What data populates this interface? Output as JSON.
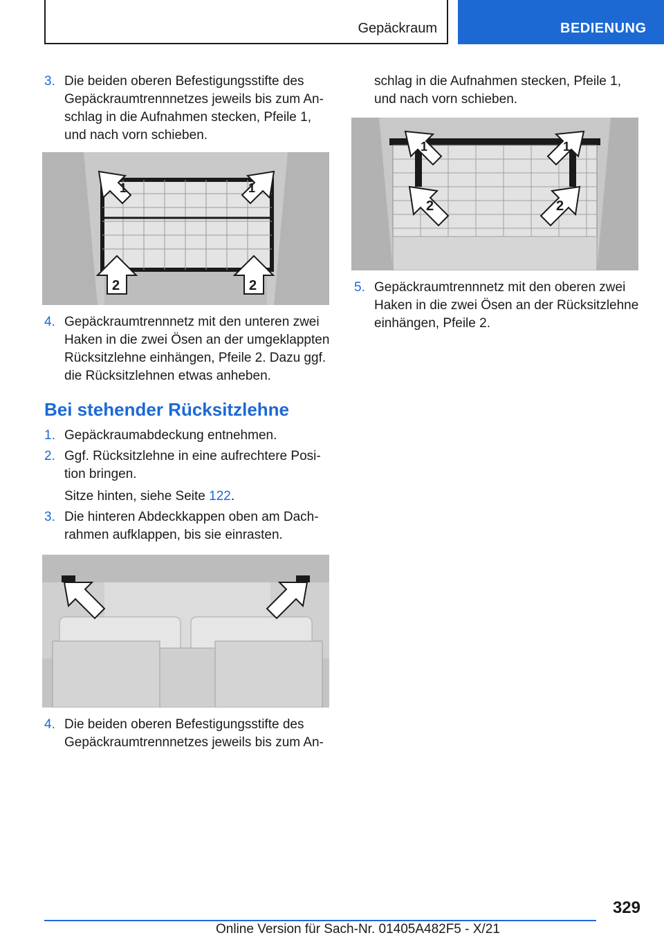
{
  "header": {
    "section": "Gepäckraum",
    "tab": "BEDIENUNG"
  },
  "left": {
    "step3a": {
      "num": "3.",
      "lines": [
        "Die beiden oberen Befestigungsstifte des",
        "Gepäckraumtrennnetzes jeweils bis zum An-",
        "schlag in die Aufnahmen stecken, Pfeile 1,",
        "und nach vorn schieben."
      ]
    },
    "step4a": {
      "num": "4.",
      "lines": [
        "Gepäckraumtrennnetz mit den unteren zwei",
        "Haken in die zwei Ösen an der umgeklappten",
        "Rücksitzlehne einhängen, Pfeile 2. Dazu ggf.",
        "die Rücksitzlehnen etwas anheben."
      ]
    },
    "heading": "Bei stehender Rücksitzlehne",
    "step1": {
      "num": "1.",
      "lines": [
        "Gepäckraumabdeckung entnehmen."
      ]
    },
    "step2": {
      "num": "2.",
      "lines": [
        "Ggf. Rücksitzlehne in eine aufrechtere Posi-",
        "tion bringen."
      ]
    },
    "seats_ref": {
      "prefix": "Sitze hinten, siehe Seite ",
      "page": "122",
      "suffix": "."
    },
    "step3b": {
      "num": "3.",
      "lines": [
        "Die hinteren Abdeckkappen oben am Dach-",
        "rahmen aufklappen, bis sie einrasten."
      ]
    },
    "step4b": {
      "num": "4.",
      "lines": [
        "Die beiden oberen Befestigungsstifte des",
        "Gepäckraumtrennnetzes jeweils bis zum An-"
      ]
    }
  },
  "right": {
    "cont": {
      "lines": [
        "schlag in die Aufnahmen stecken, Pfeile 1,",
        "und nach vorn schieben."
      ]
    },
    "step5": {
      "num": "5.",
      "lines": [
        "Gepäckraumtrennnetz mit den oberen zwei",
        "Haken in die zwei Ösen an der Rücksitzlehne",
        "einhängen, Pfeile 2."
      ]
    }
  },
  "figures": {
    "arrow1": "1",
    "arrow2": "2"
  },
  "footer": {
    "page": "329",
    "text": "Online Version für Sach-Nr. 01405A482F5 - X/21"
  },
  "colors": {
    "accent": "#1c69d4",
    "text": "#1a1a1a"
  }
}
